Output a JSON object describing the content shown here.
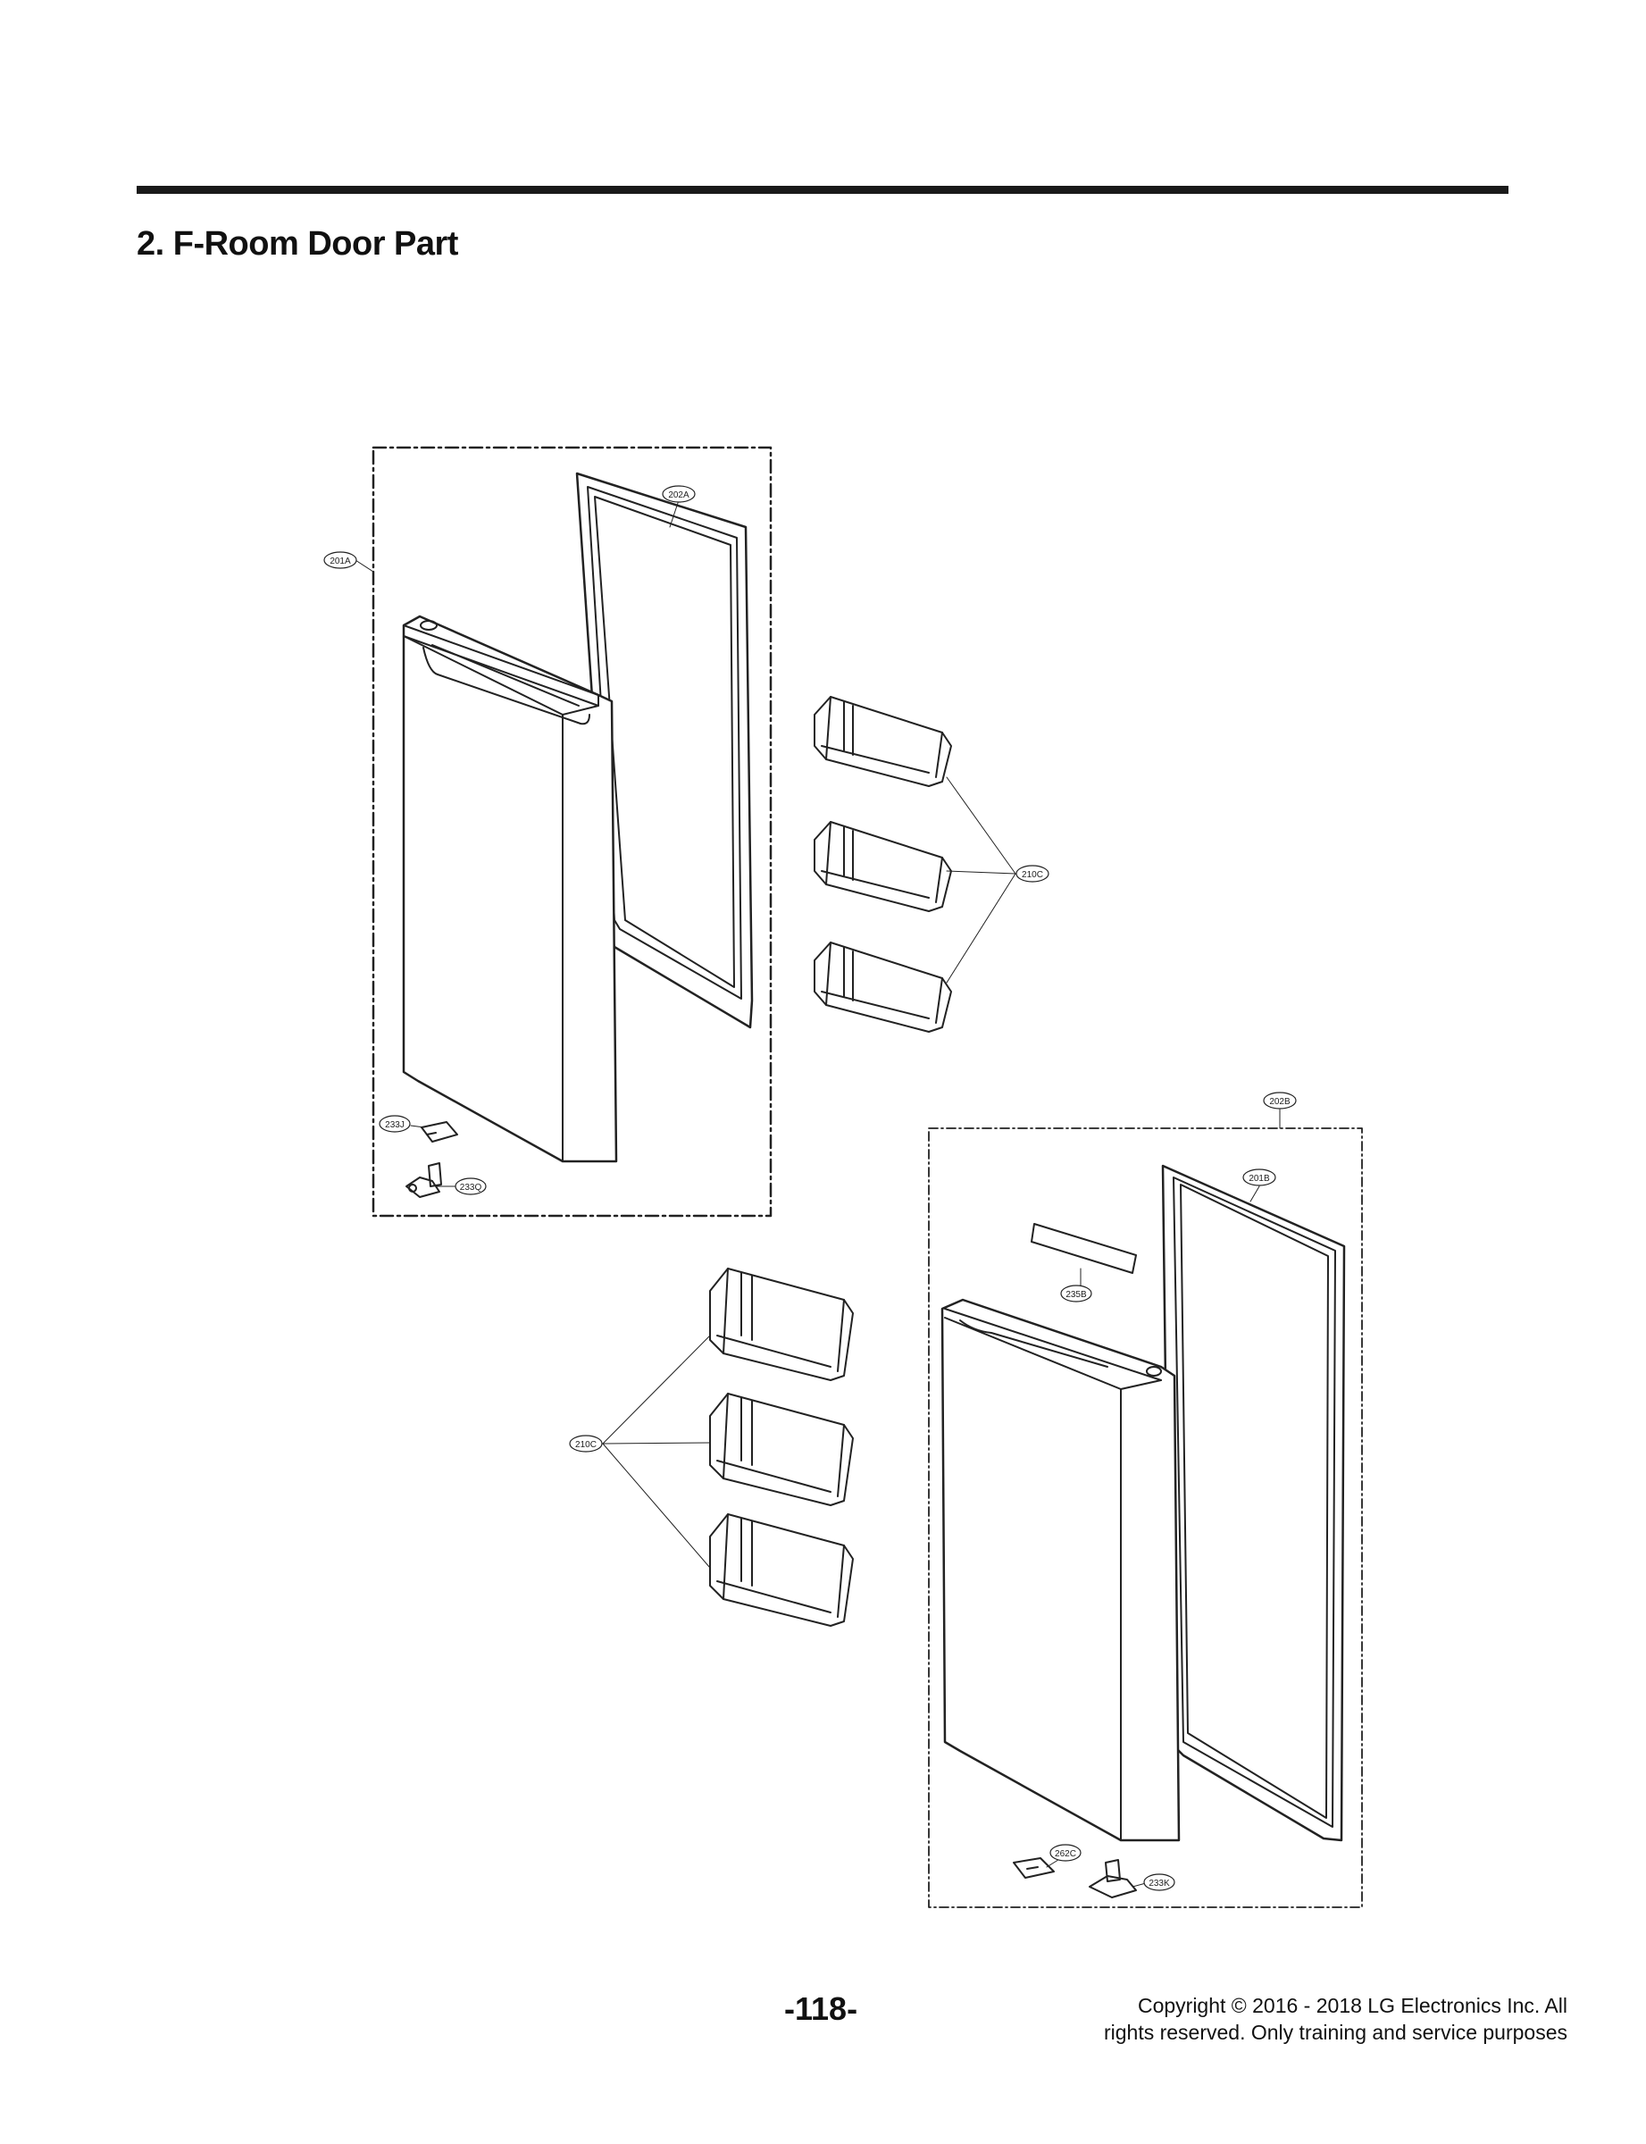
{
  "header": {
    "title": "2. F-Room Door Part"
  },
  "callouts": {
    "c201A": "201A",
    "c202A": "202A",
    "c210C_upper": "210C",
    "c233J": "233J",
    "c233Q": "233Q",
    "c202B": "202B",
    "c201B": "201B",
    "c235B": "235B",
    "c210C_lower": "210C",
    "c262C": "262C",
    "c233K": "233K"
  },
  "footer": {
    "page_number": "-118-",
    "copyright_line1": "Copyright © 2016 - 2018 LG Electronics Inc. All",
    "copyright_line2": "rights reserved. Only training and service purposes"
  }
}
